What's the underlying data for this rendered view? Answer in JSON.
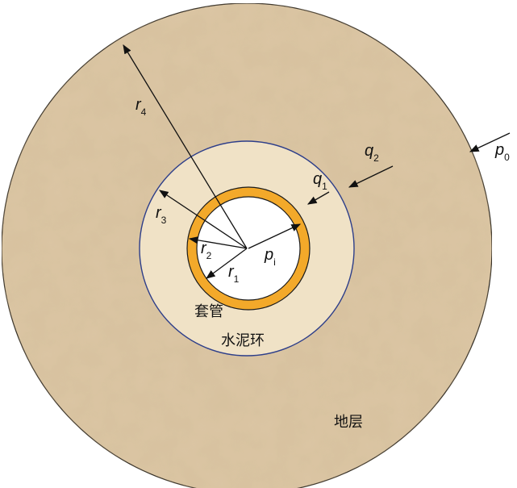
{
  "diagram": {
    "radii": {
      "r1": {
        "base": "r",
        "sub": "1"
      },
      "r2": {
        "base": "r",
        "sub": "2"
      },
      "r3": {
        "base": "r",
        "sub": "3"
      },
      "r4": {
        "base": "r",
        "sub": "4"
      }
    },
    "pressures": {
      "pi": {
        "base": "p",
        "sub": "i"
      },
      "q1": {
        "base": "q",
        "sub": "1"
      },
      "q2": {
        "base": "q",
        "sub": "2"
      },
      "p0": {
        "base": "p",
        "sub": "0"
      }
    },
    "regions": {
      "casing": "套管",
      "cement": "水泥环",
      "formation": "地层"
    },
    "colors": {
      "formation": "#dcc6a4",
      "cement": "#f0e2c6",
      "casing": "#f3a92a",
      "bore": "#ffffff",
      "cement_border": "#2d3e8a",
      "outline": "#1a1a1a"
    }
  }
}
